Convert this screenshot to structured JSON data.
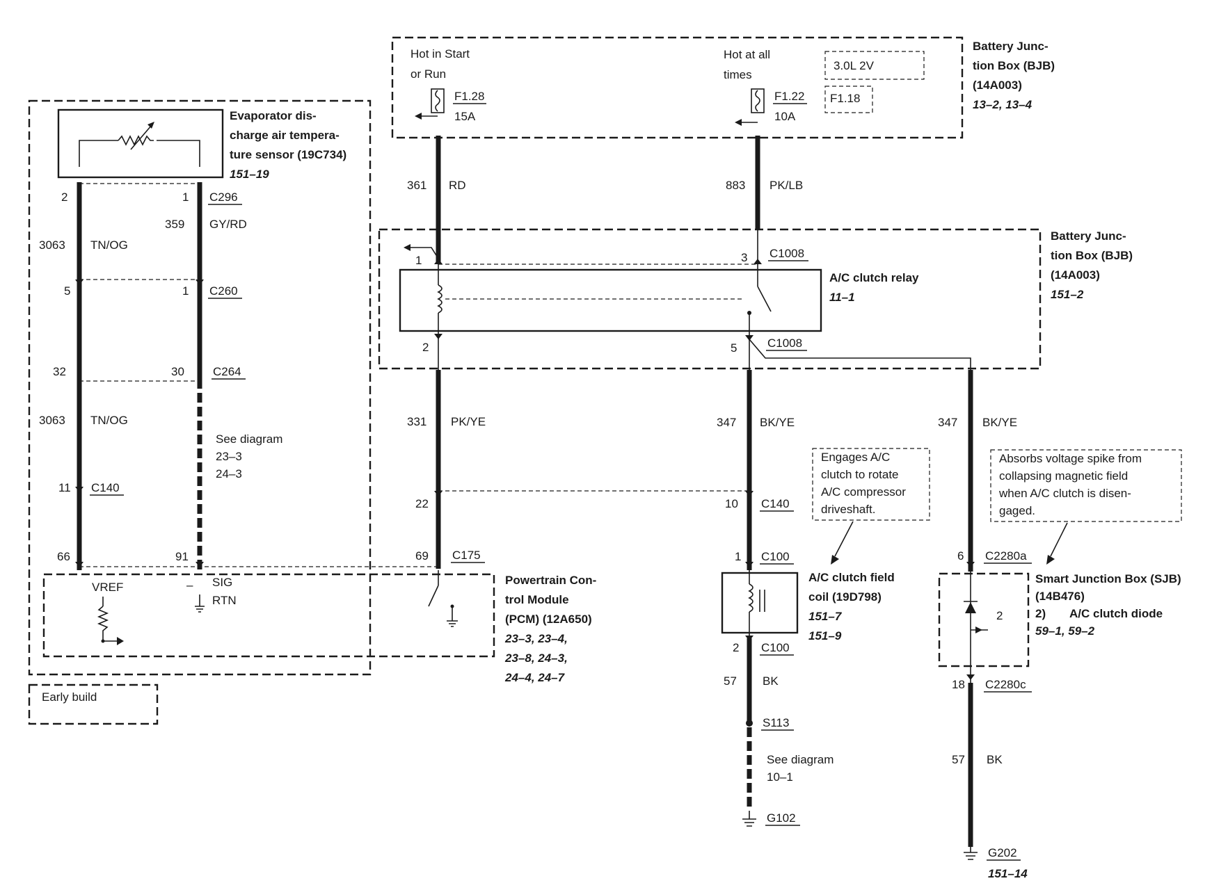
{
  "bjb_top": {
    "name": "Battery Junc-",
    "name2": "tion Box (BJB)",
    "part": "(14A003)",
    "refs": "13–2, 13–4",
    "hot_start": "Hot in Start",
    "hot_start2": "or Run",
    "hot_all": "Hot at all",
    "hot_all2": "times",
    "fuse1": "F1.28",
    "fuse1_amp": "15A",
    "fuse2": "F1.22",
    "fuse2_amp": "10A",
    "engine": "3.0L 2V",
    "alt_fuse": "F1.18"
  },
  "bjb_relay": {
    "name": "Battery Junc-",
    "name2": "tion Box (BJB)",
    "part": "(14A003)",
    "ref": "151–2",
    "relay": "A/C clutch relay",
    "relay_ref": "11–1",
    "conn": "C1008",
    "conn2": "C1008",
    "pin1": "1",
    "pin2": "2",
    "pin3": "3",
    "pin5": "5"
  },
  "sensor": {
    "name1": "Evaporator dis-",
    "name2": "charge air tempera-",
    "name3": "ture sensor (19C734)",
    "ref": "151–19"
  },
  "pcm": {
    "name1": "Powertrain Con-",
    "name2": "trol Module",
    "name3": "(PCM) (12A650)",
    "refs1": "23–3, 23–4,",
    "refs2": "23–8, 24–3,",
    "refs3": "24–4, 24–7",
    "vref": "VREF",
    "sig": "SIG",
    "rtn": "RTN",
    "minus": "–"
  },
  "early_build": "Early build",
  "left": {
    "c296": "C296",
    "c296_pin_a": "2",
    "c296_pin_b": "1",
    "w3063": "3063",
    "w3063_color": "TN/OG",
    "w359": "359",
    "w359_color": "GY/RD",
    "c260": "C260",
    "c260_pin_a": "5",
    "c260_pin_b": "1",
    "c264": "C264",
    "c264_pin_a": "32",
    "c264_pin_b": "30",
    "w3063b": "3063",
    "w3063b_color": "TN/OG",
    "see1": "See diagram",
    "see2": "23–3",
    "see3": "24–3",
    "c140": "C140",
    "c140_pin": "11",
    "pcm_pin_a": "66",
    "pcm_pin_b": "91"
  },
  "mid": {
    "w361": "361",
    "w361_color": "RD",
    "w883": "883",
    "w883_color": "PK/LB",
    "w331": "331",
    "w331_color": "PK/YE",
    "pin22": "22",
    "pin69": "69",
    "c175": "C175"
  },
  "clutch": {
    "w347": "347",
    "w347_color": "BK/YE",
    "c140": "C140",
    "c140_pin": "10",
    "c100": "C100",
    "c100_pin1": "1",
    "c100b": "C100",
    "c100_pin2": "2",
    "note1": "Engages A/C",
    "note2": "clutch to rotate",
    "note3": "A/C compressor",
    "note4": "driveshaft.",
    "name1": "A/C clutch field",
    "name2": "coil (19D798)",
    "ref1": "151–7",
    "ref2": "151–9",
    "w57": "57",
    "w57_color": "BK",
    "s113": "S113",
    "see1": "See diagram",
    "see2": "10–1",
    "g102": "G102"
  },
  "diode": {
    "w347": "347",
    "w347_color": "BK/YE",
    "note1": "Absorbs voltage spike from",
    "note2": "collapsing magnetic field",
    "note3": "when A/C clutch is disen-",
    "note4": "gaged.",
    "c2280a": "C2280a",
    "c2280a_pin": "6",
    "sjb1": "Smart Junction Box (SJB)",
    "sjb2": "(14B476)",
    "sjb3_num": "2)",
    "sjb3": "A/C clutch diode",
    "sjb_refs": "59–1, 59–2",
    "diode_pin": "2",
    "c2280c": "C2280c",
    "c2280c_pin": "18",
    "w57": "57",
    "w57_color": "BK",
    "g202": "G202",
    "g202_ref": "151–14"
  }
}
